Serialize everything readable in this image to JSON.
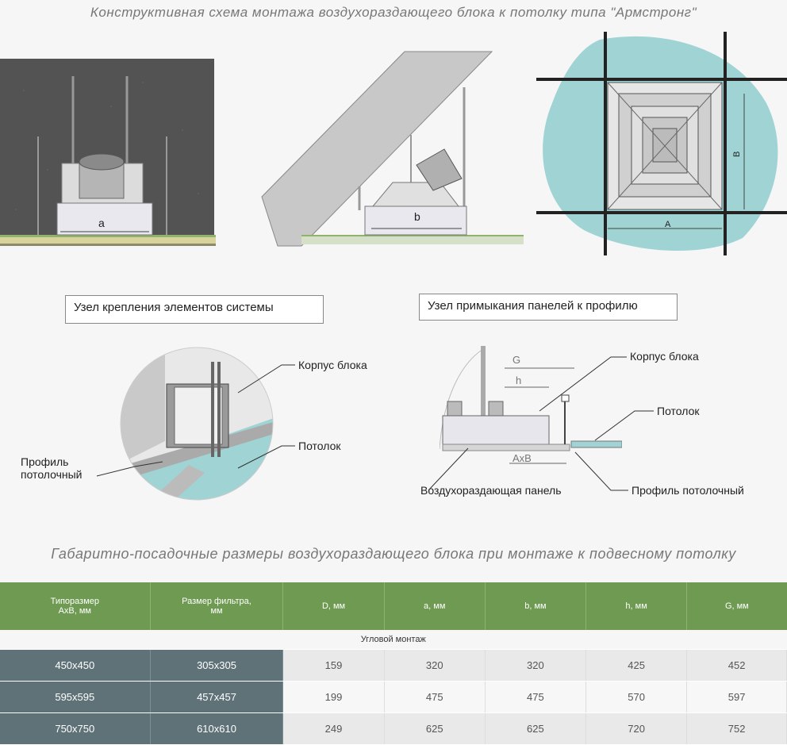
{
  "header": {
    "title": "Конструктивная схема монтажа воздухораздающего блока к потолку типа \"Армстронг\""
  },
  "diagram1": {
    "label_a": "a"
  },
  "diagram2": {
    "label_b": "b"
  },
  "diagram3": {
    "label_A": "A",
    "label_B": "B"
  },
  "node1": {
    "title": "Узел крепления элементов системы",
    "corpus": "Корпус блока",
    "ceiling": "Потолок",
    "profile_line1": "Профиль",
    "profile_line2": "потолочный"
  },
  "node2": {
    "title": "Узел примыкания панелей к профилю",
    "corpus": "Корпус блока",
    "ceiling": "Потолок",
    "G": "G",
    "h": "h",
    "AxB": "AxB",
    "panel": "Воздухораздающая панель",
    "profile": "Профиль потолочный"
  },
  "table": {
    "caption": "Габаритно-посадочные размеры воздухораздающего блока при монтаже к подвесному потолку",
    "headers": [
      "Типоразмер\nАхВ, мм",
      "Размер фильтра,\nмм",
      "D, мм",
      "a, мм",
      "b, мм",
      "h, мм",
      "G, мм"
    ],
    "section": "Угловой монтаж",
    "rows": [
      [
        "450x450",
        "305x305",
        "159",
        "320",
        "320",
        "425",
        "452"
      ],
      [
        "595x595",
        "457x457",
        "199",
        "475",
        "475",
        "570",
        "597"
      ],
      [
        "750x750",
        "610x610",
        "249",
        "625",
        "625",
        "720",
        "752"
      ]
    ]
  },
  "colors": {
    "header_green": "#6f9a52",
    "dark_cell": "#5f7278",
    "diagram_cyan": "#9fd3d4",
    "concrete": "#525352"
  }
}
